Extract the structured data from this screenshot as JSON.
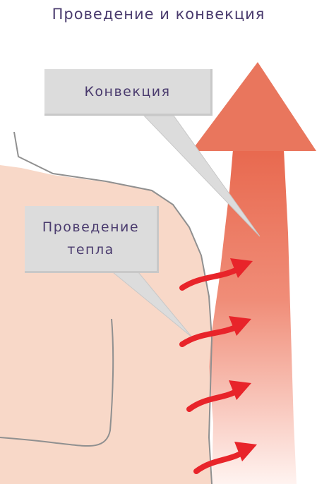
{
  "title": "Проведение и конвекция",
  "labels": {
    "convection": "Конвекция",
    "conduction_line1": "Проведение",
    "conduction_line2": "тепла"
  },
  "colors": {
    "skin": "#f8d8c8",
    "outline": "#909090",
    "convection_arrow_top": "#e9765d",
    "convection_arrow_bottom": "#fff1ee",
    "heat_arrow": "#e8242a",
    "callout_fill": "#dcdcdc",
    "text": "#4a3b6e"
  }
}
